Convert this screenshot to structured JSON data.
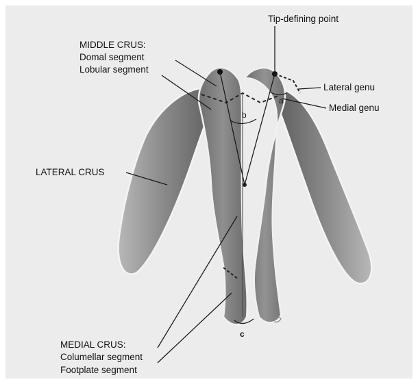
{
  "labels": {
    "tip_defining_point": "Tip-defining point",
    "middle_crus": "MIDDLE CRUS:",
    "domal_segment": "Domal segment",
    "lobular_segment": "Lobular segment",
    "lateral_genu": "Lateral genu",
    "medial_genu": "Medial genu",
    "lateral_crus": "LATERAL CRUS",
    "medial_crus": "MEDIAL CRUS:",
    "columellar_segment": "Columellar segment",
    "footplate_segment": "Footplate segment"
  },
  "angle_labels": {
    "a": "a",
    "b": "b",
    "c": "c"
  }
}
